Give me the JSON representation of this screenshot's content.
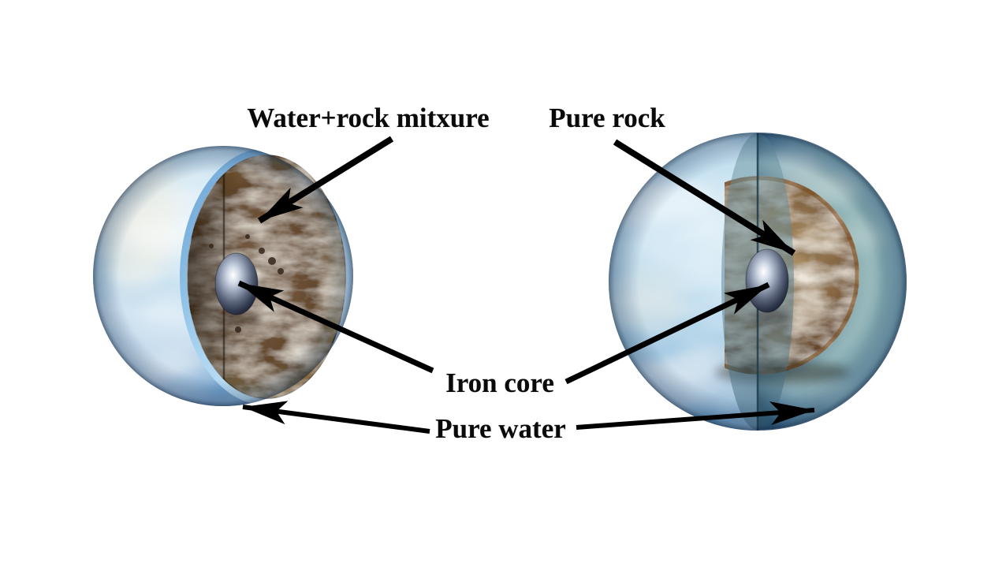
{
  "figure": {
    "type": "planet-interior-comparison-diagram",
    "background_color": "#ffffff",
    "arrow_color": "#000000",
    "labels": {
      "water_rock_mixture": "Water+rock mitxure",
      "pure_rock": "Pure rock",
      "iron_core": "Iron core",
      "pure_water": "Pure water"
    },
    "annotations": [
      {
        "label": "Water+rock mitxure",
        "points_to": "left planet cutaway mantle"
      },
      {
        "label": "Pure rock",
        "points_to": "right planet rocky mantle"
      },
      {
        "label": "Iron core",
        "points_to": "left planet central core"
      },
      {
        "label": "Iron core",
        "points_to": "right planet central core"
      },
      {
        "label": "Pure water",
        "points_to": "left planet thin outer water shell"
      },
      {
        "label": "Pure water",
        "points_to": "right planet thick outer water shell"
      }
    ],
    "colors": {
      "ocean_surface_blue": "#8fc1e2",
      "water_rim_blue": "#a9d4f1",
      "mixture_brown": "#6b4a28",
      "rock_tan": "#9a7b54",
      "iron_core_silver": "#aab6ca",
      "interior_water_teal": "#6f9cab"
    }
  }
}
